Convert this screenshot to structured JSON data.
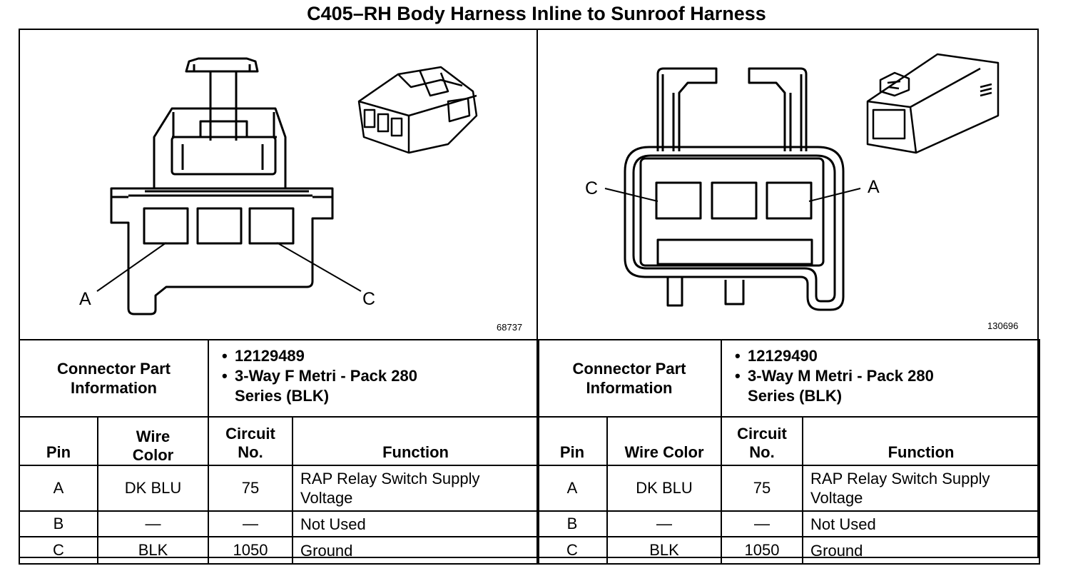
{
  "title": "C405–RH Body Harness Inline to Sunroof Harness",
  "connectors": [
    {
      "figure_id": "68737",
      "callouts": [
        "A",
        "C"
      ],
      "info_label": "Connector Part Information",
      "part_info": [
        "12129489",
        "3-Way F Metri - Pack 280 Series (BLK)"
      ],
      "headers": {
        "pin": "Pin",
        "wire_color": "Wire Color",
        "circuit": "Circuit No.",
        "function": "Function"
      },
      "rows": [
        {
          "pin": "A",
          "wire_color": "DK BLU",
          "circuit": "75",
          "function": "RAP Relay Switch Supply Voltage"
        },
        {
          "pin": "B",
          "wire_color": "—",
          "circuit": "—",
          "function": "Not Used"
        },
        {
          "pin": "C",
          "wire_color": "BLK",
          "circuit": "1050",
          "function": "Ground"
        }
      ]
    },
    {
      "figure_id": "130696",
      "callouts": [
        "C",
        "A"
      ],
      "info_label": "Connector Part Information",
      "part_info": [
        "12129490",
        "3-Way M Metri - Pack 280 Series (BLK)"
      ],
      "headers": {
        "pin": "Pin",
        "wire_color": "Wire Color",
        "circuit": "Circuit No.",
        "function": "Function"
      },
      "rows": [
        {
          "pin": "A",
          "wire_color": "DK BLU",
          "circuit": "75",
          "function": "RAP Relay Switch Supply Voltage"
        },
        {
          "pin": "B",
          "wire_color": "—",
          "circuit": "—",
          "function": "Not Used"
        },
        {
          "pin": "C",
          "wire_color": "BLK",
          "circuit": "1050",
          "function": "Ground"
        }
      ]
    }
  ]
}
